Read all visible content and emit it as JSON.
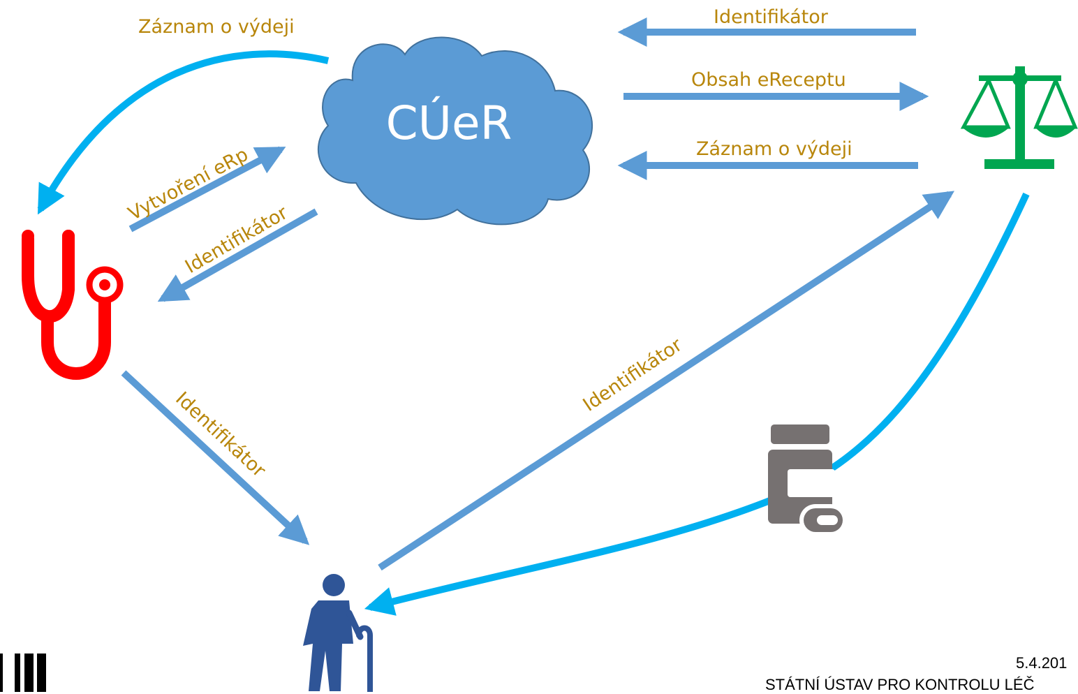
{
  "nodes": {
    "central": "CÚeR"
  },
  "labels": {
    "top_right_identifier": "Identifikátor",
    "ereceipt_content": "Obsah eReceptu",
    "dispense_record_right": "Záznam o výdeji",
    "dispense_record_left": "Záznam o výdeji",
    "erp_creation": "Vytvoření eRp",
    "identifier_to_doctor": "Identifikátor",
    "identifier_to_patient": "Identifikátor",
    "identifier_to_pharmacy": "Identifikátor"
  },
  "footer": {
    "date": "5.4.201",
    "organization": "STÁTNÍ ÚSTAV PRO KONTROLU LÉČ"
  },
  "colors": {
    "arrow_blue": "#5B9BD5",
    "arrow_cyan": "#00B0F0",
    "label_gold": "#B8860B",
    "cloud_fill": "#5B9BD5",
    "cloud_stroke": "#41719C",
    "doctor_red": "#FF0000",
    "pharmacy_green": "#00A650",
    "patient_blue": "#2F5597",
    "medicine_gray": "#767171"
  },
  "icons": [
    "stethoscope-icon",
    "scales-icon",
    "elderly-person-icon",
    "medicine-bottle-icon",
    "logo-bars-icon"
  ]
}
